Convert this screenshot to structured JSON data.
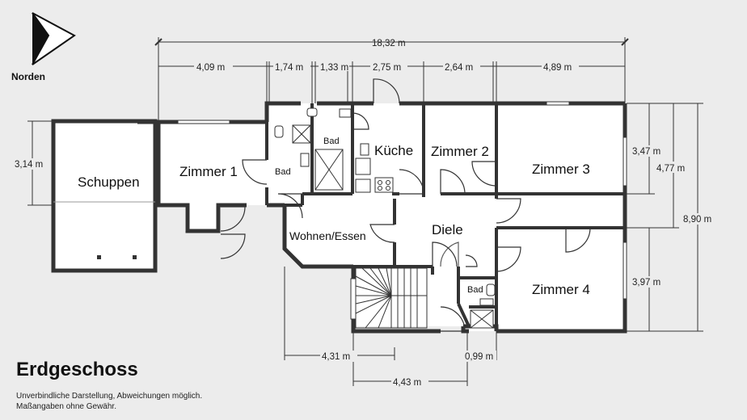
{
  "compass": {
    "label": "Norden",
    "icon": "north-arrow-icon"
  },
  "floor": {
    "title": "Erdgeschoss",
    "disclaimer_line1": "Unverbindliche Darstellung, Abweichungen möglich.",
    "disclaimer_line2": "Maßangaben ohne Gewähr."
  },
  "rooms": {
    "schuppen": "Schuppen",
    "zimmer1": "Zimmer 1",
    "bad_small": "Bad",
    "bad_mid": "Bad",
    "kueche": "Küche",
    "zimmer2": "Zimmer 2",
    "zimmer3": "Zimmer 3",
    "wohnen": "Wohnen/Essen",
    "diele": "Diele",
    "bad_lower": "Bad",
    "zimmer4": "Zimmer 4"
  },
  "dimensions": {
    "total_width": "18,32 m",
    "seg1": "4,09 m",
    "seg2": "1,74 m",
    "seg3": "1,33 m",
    "seg4": "2,75 m",
    "seg5": "2,64 m",
    "seg6": "4,89 m",
    "schuppen_depth": "3,14 m",
    "right_upper": "3,47 m",
    "right_mid": "4,77 m",
    "right_total": "8,90 m",
    "right_lower": "3,97 m",
    "bottom_a": "4,31 m",
    "bottom_b": "0,99 m",
    "bottom_c": "4,43 m"
  }
}
